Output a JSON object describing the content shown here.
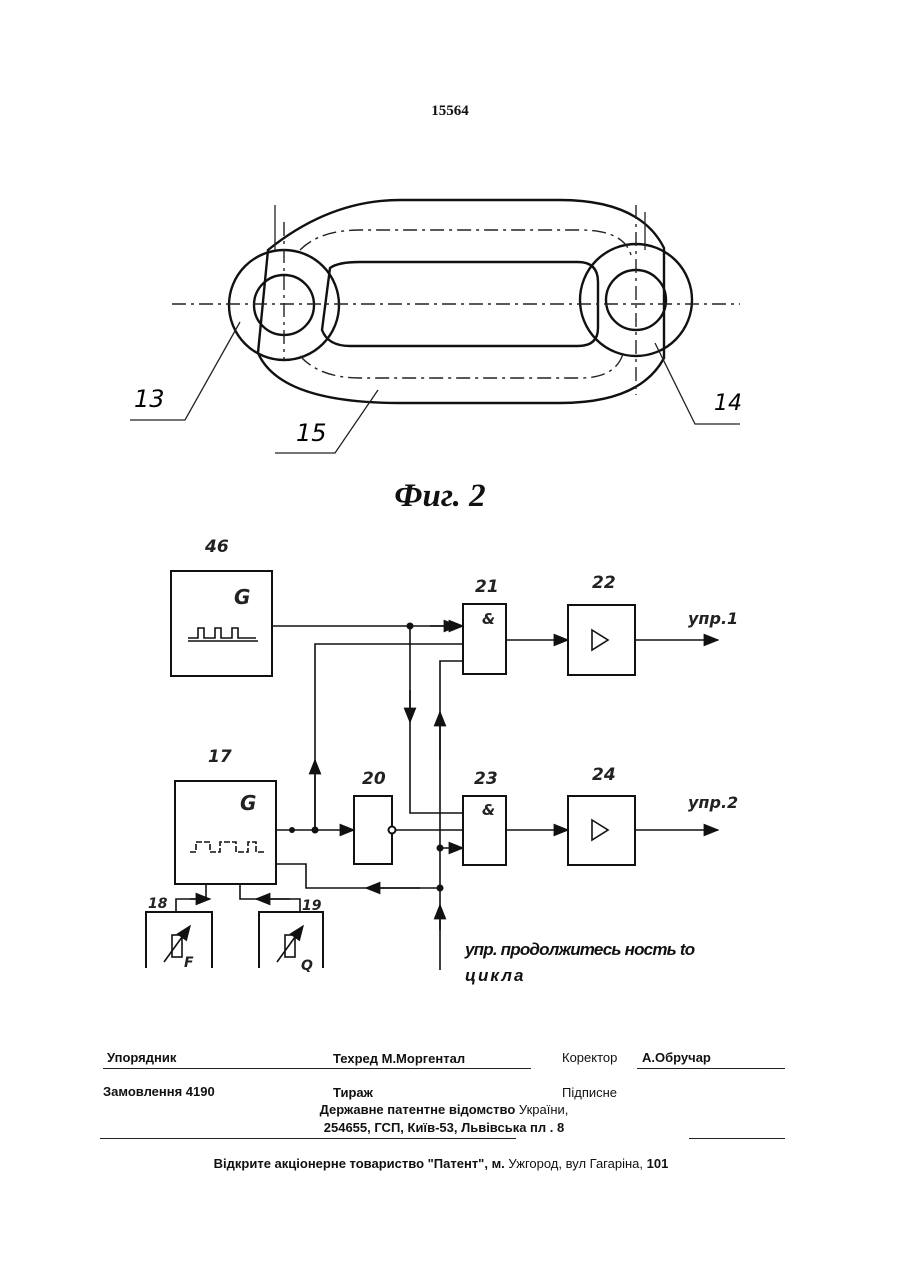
{
  "page_number": "15564",
  "figure1": {
    "labels": {
      "left_ring": "13",
      "right_ring": "14",
      "loop": "15"
    }
  },
  "figure_caption": "Фиг. 2",
  "figure2": {
    "blocks": {
      "gen1": {
        "num": "46",
        "symbol": "G"
      },
      "gen2": {
        "num": "17",
        "symbol": "G"
      },
      "and1": {
        "num": "21",
        "symbol": "&"
      },
      "and2": {
        "num": "23",
        "symbol": "&"
      },
      "amp1": {
        "num": "22"
      },
      "amp2": {
        "num": "24"
      },
      "inv": {
        "num": "20"
      },
      "res1": {
        "num": "18",
        "symbol": "F"
      },
      "res2": {
        "num": "19",
        "symbol": "Q"
      }
    },
    "outputs": {
      "out1": "упр.1",
      "out2": "упр.2"
    },
    "control_note_line1": "упр. продолжитесь ность to",
    "control_note_line2": "цикла"
  },
  "footer": {
    "compiler_label": "Упорядник",
    "techred": "Техред М.Моргентал",
    "corrector_label": "Коректор",
    "corrector_name": "А.Обручар",
    "order": "Замовлення 4190",
    "circulation": "Тираж",
    "signed": "Підписне",
    "office_bold": "Державне патентне відомство",
    "office_rest": "України,",
    "address": "254655, ГСП, Київ-53, Львівська пл . 8",
    "publisher_bold": "Відкрите акціонерне товариство \"Патент\", м.",
    "publisher_rest": "Ужгород, вул Гагаріна,",
    "publisher_num": "101"
  }
}
